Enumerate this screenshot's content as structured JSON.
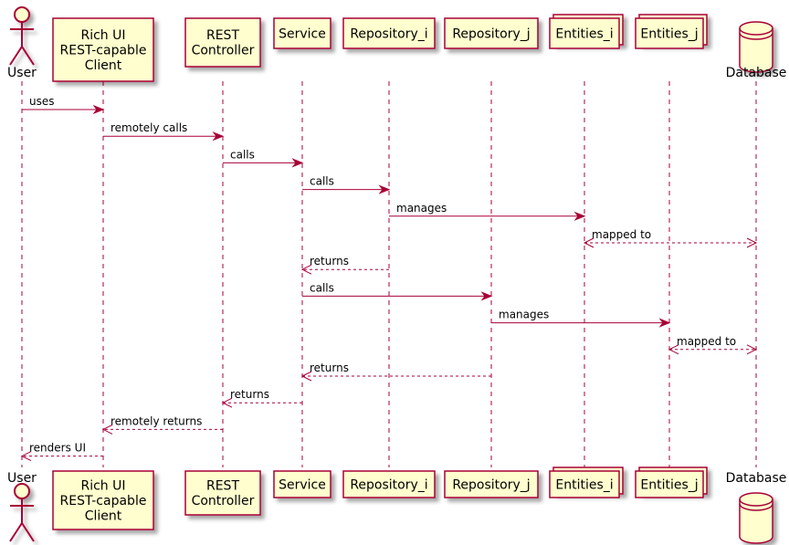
{
  "colors": {
    "participant_fill": "#FEFECE",
    "participant_border": "#A80036",
    "line": "#A80036",
    "text": "#000000",
    "shadow": "#C8C8C8"
  },
  "participants": [
    {
      "id": "user",
      "kind": "actor",
      "label": [
        "User"
      ],
      "icon": "actor-icon"
    },
    {
      "id": "client",
      "kind": "box",
      "label": [
        "Rich UI",
        "REST-capable",
        "Client"
      ]
    },
    {
      "id": "controller",
      "kind": "box",
      "label": [
        "REST",
        "Controller"
      ]
    },
    {
      "id": "service",
      "kind": "box",
      "label": [
        "Service"
      ]
    },
    {
      "id": "repo_i",
      "kind": "box",
      "label": [
        "Repository_i"
      ]
    },
    {
      "id": "repo_j",
      "kind": "box",
      "label": [
        "Repository_j"
      ]
    },
    {
      "id": "entities_i",
      "kind": "collections",
      "label": [
        "Entities_i"
      ]
    },
    {
      "id": "entities_j",
      "kind": "collections",
      "label": [
        "Entities_j"
      ]
    },
    {
      "id": "database",
      "kind": "database",
      "label": [
        "Database"
      ],
      "icon": "database-icon"
    }
  ],
  "messages": [
    {
      "from": "user",
      "to": "client",
      "label": "uses",
      "style": "solid"
    },
    {
      "from": "client",
      "to": "controller",
      "label": "remotely calls",
      "style": "solid"
    },
    {
      "from": "controller",
      "to": "service",
      "label": "calls",
      "style": "solid"
    },
    {
      "from": "service",
      "to": "repo_i",
      "label": "calls",
      "style": "solid"
    },
    {
      "from": "repo_i",
      "to": "entities_i",
      "label": "manages",
      "style": "solid"
    },
    {
      "from": "entities_i",
      "to": "database",
      "label": "mapped to",
      "style": "dashed-both"
    },
    {
      "from": "repo_i",
      "to": "service",
      "label": "returns",
      "style": "dashed"
    },
    {
      "from": "service",
      "to": "repo_j",
      "label": "calls",
      "style": "solid"
    },
    {
      "from": "repo_j",
      "to": "entities_j",
      "label": "manages",
      "style": "solid"
    },
    {
      "from": "entities_j",
      "to": "database",
      "label": "mapped to",
      "style": "dashed-both"
    },
    {
      "from": "repo_j",
      "to": "service",
      "label": "returns",
      "style": "dashed"
    },
    {
      "from": "service",
      "to": "controller",
      "label": "returns",
      "style": "dashed"
    },
    {
      "from": "controller",
      "to": "client",
      "label": "remotely returns",
      "style": "dashed"
    },
    {
      "from": "client",
      "to": "user",
      "label": "renders UI",
      "style": "dashed"
    }
  ]
}
